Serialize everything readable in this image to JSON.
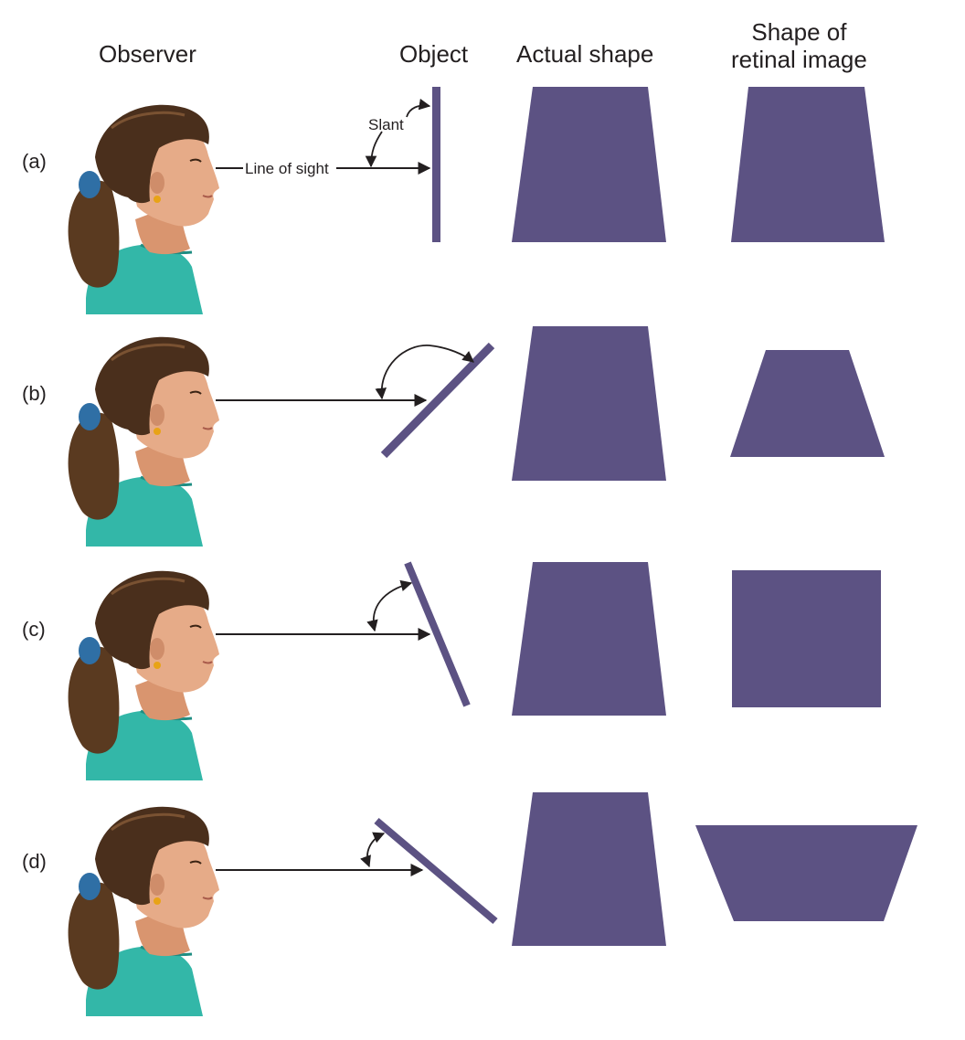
{
  "headers": {
    "observer": "Observer",
    "object": "Object",
    "actual": "Actual shape",
    "retinal_line1": "Shape of",
    "retinal_line2": "retinal image"
  },
  "annotations": {
    "slant": "Slant",
    "line_of_sight": "Line of sight"
  },
  "rows": [
    {
      "label": "(a)"
    },
    {
      "label": "(b)"
    },
    {
      "label": "(c)"
    },
    {
      "label": "(d)"
    }
  ],
  "colors": {
    "shape_fill": "#5c5283",
    "arrow": "#231f20",
    "hair": "#4a2f1c",
    "skin": "#e0a582",
    "shirt": "#33b7a8",
    "scrunchie": "#2f6fa5",
    "earring": "#e8a317"
  }
}
